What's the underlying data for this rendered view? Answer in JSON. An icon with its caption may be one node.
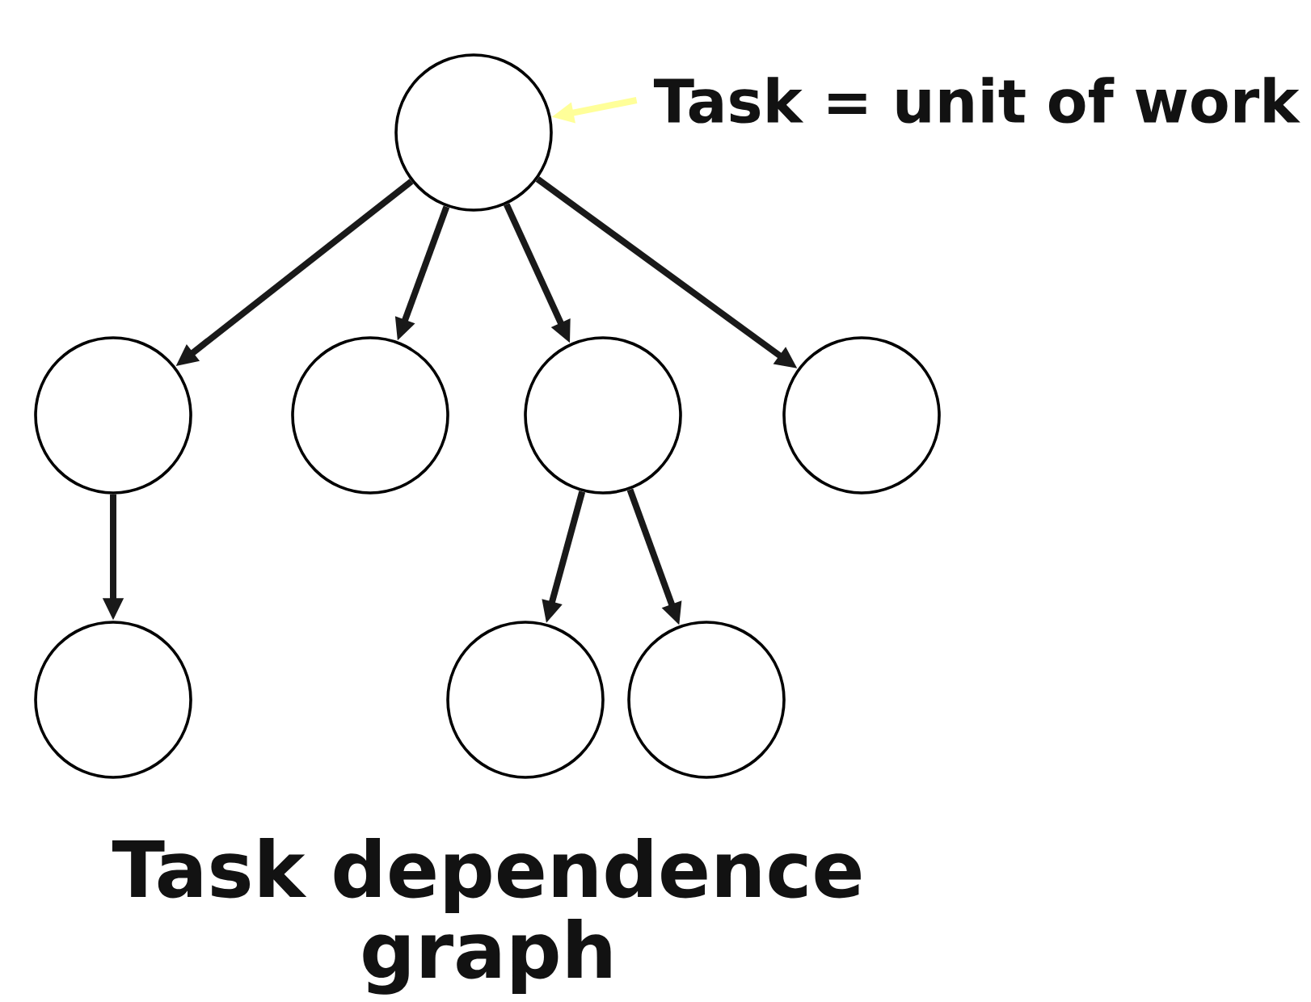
{
  "diagram": {
    "caption": "Task dependence graph",
    "nodes": [
      {
        "text": [],
        "shape": "circle"
      },
      {
        "text": [],
        "shape": "circle"
      },
      {
        "text": [],
        "shape": "circle"
      },
      {
        "text": [],
        "shape": "circle"
      },
      {
        "text": [],
        "shape": "circle"
      },
      {
        "text": [],
        "shape": "circle"
      },
      {
        "text": [],
        "shape": "circle"
      },
      {
        "text": [],
        "shape": "circle"
      },
      {
        "text": [
          "Task = unit of work"
        ]
      }
    ],
    "edges": [
      {
        "from": 0,
        "to": 1,
        "arrow": "to"
      },
      {
        "from": 0,
        "to": 2,
        "arrow": "to"
      },
      {
        "from": 0,
        "to": 3,
        "arrow": "to"
      },
      {
        "from": 0,
        "to": 4,
        "arrow": "to"
      },
      {
        "from": 1,
        "to": 5,
        "arrow": "to"
      },
      {
        "from": 3,
        "to": 6,
        "arrow": "to"
      },
      {
        "from": 3,
        "to": 7,
        "arrow": "to"
      },
      {
        "from": 8,
        "to": 0,
        "arrow": "to",
        "color": "#ffff99"
      }
    ]
  }
}
